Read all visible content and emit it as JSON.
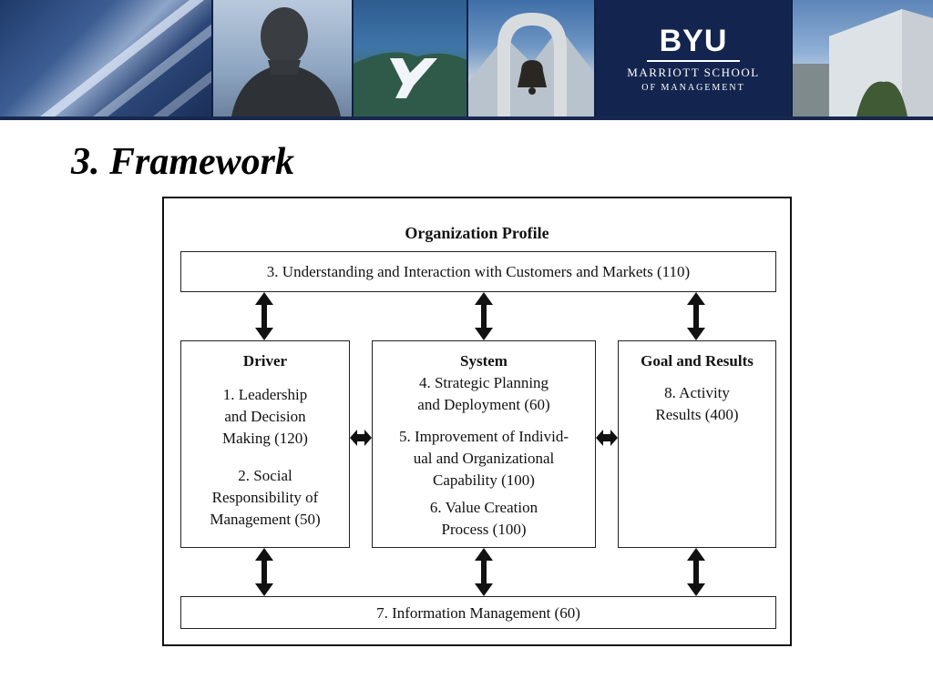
{
  "banner": {
    "logo_text": "BYU",
    "school_name": "MARRIOTT SCHOOL",
    "school_sub": "OF MANAGEMENT"
  },
  "slide_title": "3. Framework",
  "diagram": {
    "heading": "Organization Profile",
    "customers": "3.  Understanding and Interaction with Customers and Markets (110)",
    "driver": {
      "title": "Driver",
      "item1": [
        "1.  Leadership",
        "and Decision",
        "Making (120)"
      ],
      "item2": [
        "2.  Social",
        "Responsibility of",
        "Management (50)"
      ]
    },
    "system": {
      "title": "System",
      "item4": [
        "4.  Strategic Planning",
        "and Deployment (60)"
      ],
      "item5": [
        "5.  Improvement of Individ-",
        "ual and Organizational",
        "Capability (100)"
      ],
      "item6": [
        "6.  Value Creation",
        "Process (100)"
      ]
    },
    "goal": {
      "title": "Goal and Results",
      "item8": [
        "8.  Activity",
        "Results (400)"
      ]
    },
    "info_mgmt": "7.  Information Management (60)"
  }
}
